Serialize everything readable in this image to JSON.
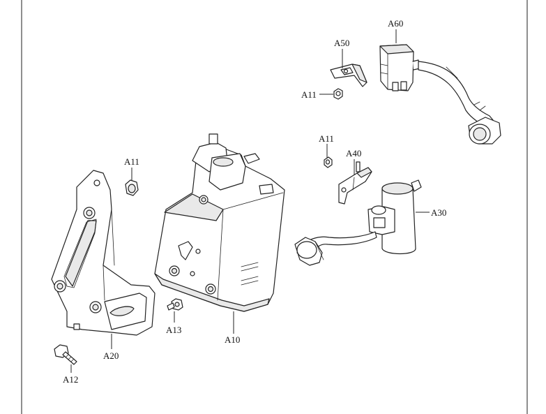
{
  "callouts": [
    {
      "id": "a60",
      "label": "A60"
    },
    {
      "id": "a50",
      "label": "A50"
    },
    {
      "id": "a11_top",
      "label": "A11"
    },
    {
      "id": "a11_left",
      "label": "A11"
    },
    {
      "id": "a11_mid",
      "label": "A11"
    },
    {
      "id": "a40",
      "label": "A40"
    },
    {
      "id": "a30",
      "label": "A30"
    },
    {
      "id": "a13",
      "label": "A13"
    },
    {
      "id": "a10",
      "label": "A10"
    },
    {
      "id": "a20",
      "label": "A20"
    },
    {
      "id": "a12",
      "label": "A12"
    }
  ]
}
